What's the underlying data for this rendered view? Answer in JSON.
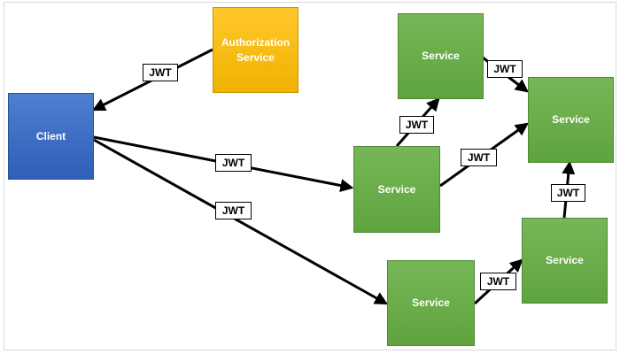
{
  "nodes": {
    "client": {
      "label": "Client",
      "color": "#3a6cc4"
    },
    "auth": {
      "line1": "Authorization",
      "line2": "Service",
      "color": "#fbbd10"
    },
    "service_top": {
      "label": "Service",
      "color": "#6aad4a"
    },
    "service_right_top": {
      "label": "Service",
      "color": "#6aad4a"
    },
    "service_middle": {
      "label": "Service",
      "color": "#6aad4a"
    },
    "service_right_bottom": {
      "label": "Service",
      "color": "#6aad4a"
    },
    "service_bottom": {
      "label": "Service",
      "color": "#6aad4a"
    }
  },
  "tokens": {
    "auth_to_client": "JWT",
    "client_to_middle": "JWT",
    "client_to_bottom": "JWT",
    "middle_to_top": "JWT",
    "top_to_right_top": "JWT",
    "middle_to_right_top": "JWT",
    "right_bottom_to_right_top": "JWT",
    "bottom_to_right_bottom": "JWT"
  },
  "arrow_color": "#000000"
}
